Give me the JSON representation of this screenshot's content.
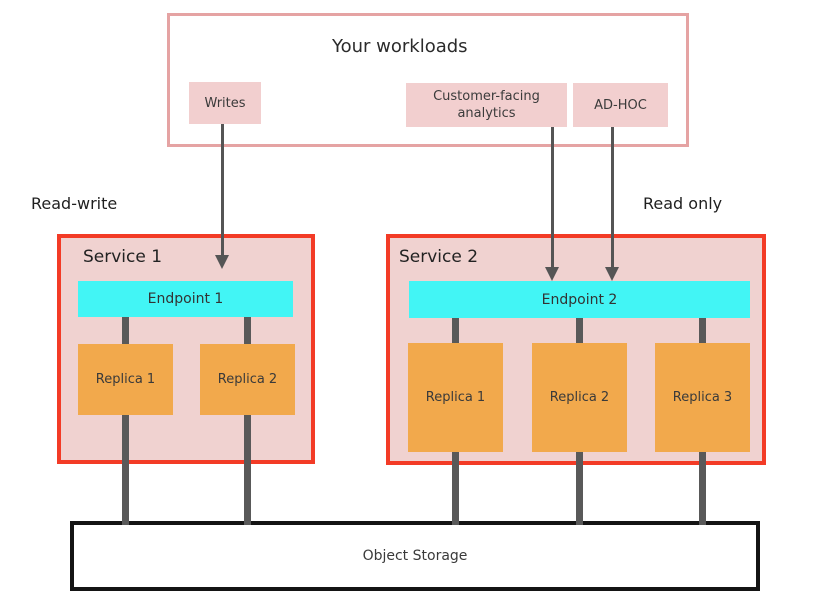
{
  "workloads": {
    "title": "Your workloads",
    "chips": [
      {
        "label": "Writes"
      },
      {
        "label": "Customer-facing analytics"
      },
      {
        "label": "AD-HOC"
      }
    ]
  },
  "zones": {
    "read_write": "Read-write",
    "read_only": "Read only"
  },
  "services": [
    {
      "title": "Service 1",
      "endpoint_label": "Endpoint 1",
      "replicas": [
        "Replica 1",
        "Replica 2"
      ]
    },
    {
      "title": "Service 2",
      "endpoint_label": "Endpoint 2",
      "replicas": [
        "Replica 1",
        "Replica 2",
        "Replica 3"
      ]
    }
  ],
  "storage": {
    "label": "Object Storage"
  },
  "colors": {
    "workloads_border": "#e5a3a3",
    "chip_fill": "#f2cfcf",
    "service_border": "#f33b26",
    "service_fill": "#f0d2d0",
    "endpoint_fill": "#42f5f5",
    "replica_fill": "#f2a94c",
    "connector_gray": "#595959",
    "arrow_gray": "#555555",
    "storage_border": "#141414",
    "text": "#333333"
  }
}
